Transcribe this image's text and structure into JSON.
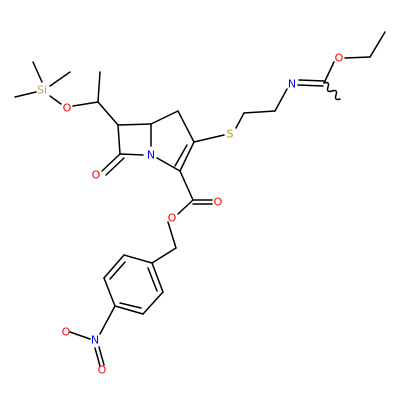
{
  "atoms": [
    {
      "id": "si",
      "label": "Si",
      "color": "#b8a15b"
    },
    {
      "id": "o_tms",
      "label": "O",
      "color": "#ff0000"
    },
    {
      "id": "o_lactam",
      "label": "O",
      "color": "#ff0000"
    },
    {
      "id": "n_ring",
      "label": "N",
      "color": "#0000ff"
    },
    {
      "id": "s",
      "label": "S",
      "color": "#b2a200"
    },
    {
      "id": "n_imid",
      "label": "N",
      "color": "#0000ff"
    },
    {
      "id": "o_ether",
      "label": "O",
      "color": "#ff0000"
    },
    {
      "id": "o_ester_dbl",
      "label": "O",
      "color": "#ff0000"
    },
    {
      "id": "o_ester",
      "label": "O",
      "color": "#ff0000"
    },
    {
      "id": "n_nitro",
      "label": "N",
      "color": "#0000ff"
    },
    {
      "id": "o_nitro1",
      "label": "O",
      "color": "#ff0000"
    },
    {
      "id": "o_nitro2",
      "label": "O",
      "color": "#ff0000"
    }
  ]
}
